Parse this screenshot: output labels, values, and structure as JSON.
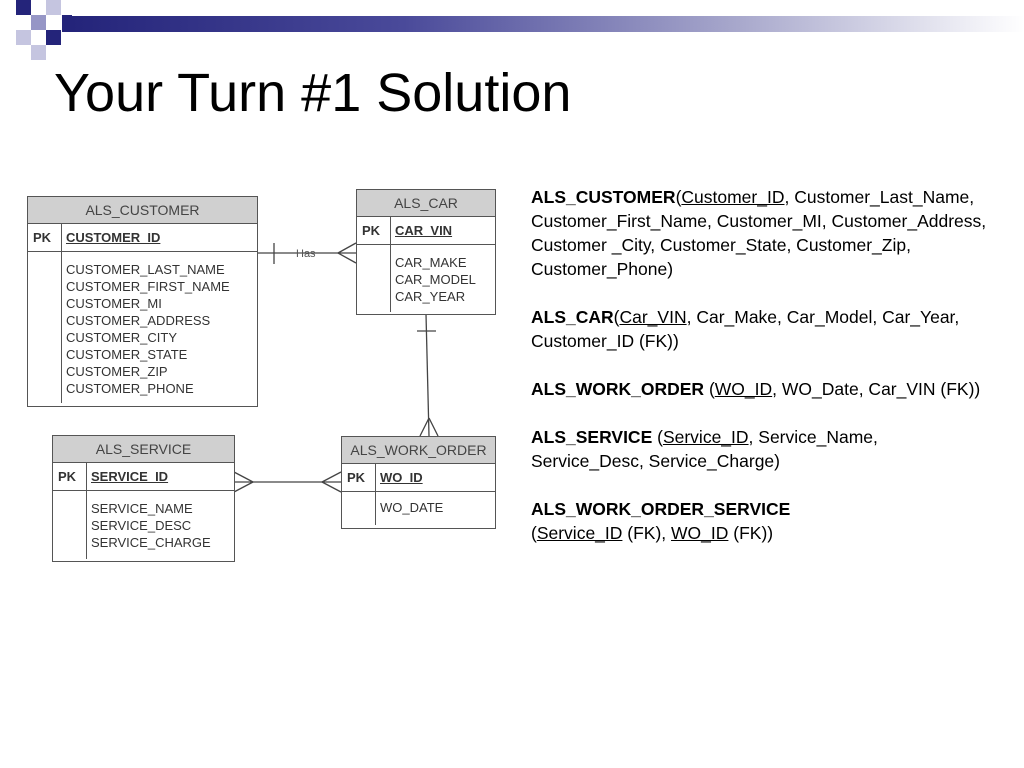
{
  "slide": {
    "title": "Your Turn #1 Solution"
  },
  "diagram": {
    "relationship_label": "Has",
    "entities": {
      "customer": {
        "name": "ALS_CUSTOMER",
        "pk_label": "PK",
        "pk": "CUSTOMER_ID",
        "attributes": [
          "CUSTOMER_LAST_NAME",
          "CUSTOMER_FIRST_NAME",
          "CUSTOMER_MI",
          "CUSTOMER_ADDRESS",
          "CUSTOMER_CITY",
          "CUSTOMER_STATE",
          "CUSTOMER_ZIP",
          "CUSTOMER_PHONE"
        ]
      },
      "car": {
        "name": "ALS_CAR",
        "pk_label": "PK",
        "pk": "CAR_VIN",
        "attributes": [
          "CAR_MAKE",
          "CAR_MODEL",
          "CAR_YEAR"
        ]
      },
      "service": {
        "name": "ALS_SERVICE",
        "pk_label": "PK",
        "pk": "SERVICE_ID",
        "attributes": [
          "SERVICE_NAME",
          "SERVICE_DESC",
          "SERVICE_CHARGE"
        ]
      },
      "work_order": {
        "name": "ALS_WORK_ORDER",
        "pk_label": "PK",
        "pk": "WO_ID",
        "attributes": [
          "WO_DATE"
        ]
      }
    }
  },
  "schema": {
    "customer": {
      "name": "ALS_CUSTOMER",
      "open": "(",
      "key": "Customer_ID",
      "rest": ", Customer_Last_Name, Customer_First_Name, Customer_MI, Customer_Address, Customer _City, Customer_State, Customer_Zip, Customer_Phone)"
    },
    "car": {
      "name": "ALS_CAR",
      "open": "(",
      "key": "Car_VIN",
      "rest": ", Car_Make, Car_Model, Car_Year, Customer_ID (FK))"
    },
    "work_order": {
      "name": "ALS_WORK_ORDER",
      "open": " (",
      "key": "WO_ID",
      "rest": ", WO_Date, Car_VIN (FK))"
    },
    "service": {
      "name": "ALS_SERVICE",
      "open": " (",
      "key": "Service_ID",
      "rest": ", Service_Name, Service_Desc, Service_Charge)"
    },
    "work_order_service": {
      "name": "ALS_WORK_ORDER_SERVICE",
      "open": "(",
      "key1": "Service_ID",
      "mid": " (FK), ",
      "key2": "WO_ID",
      "end": " (FK))"
    }
  }
}
